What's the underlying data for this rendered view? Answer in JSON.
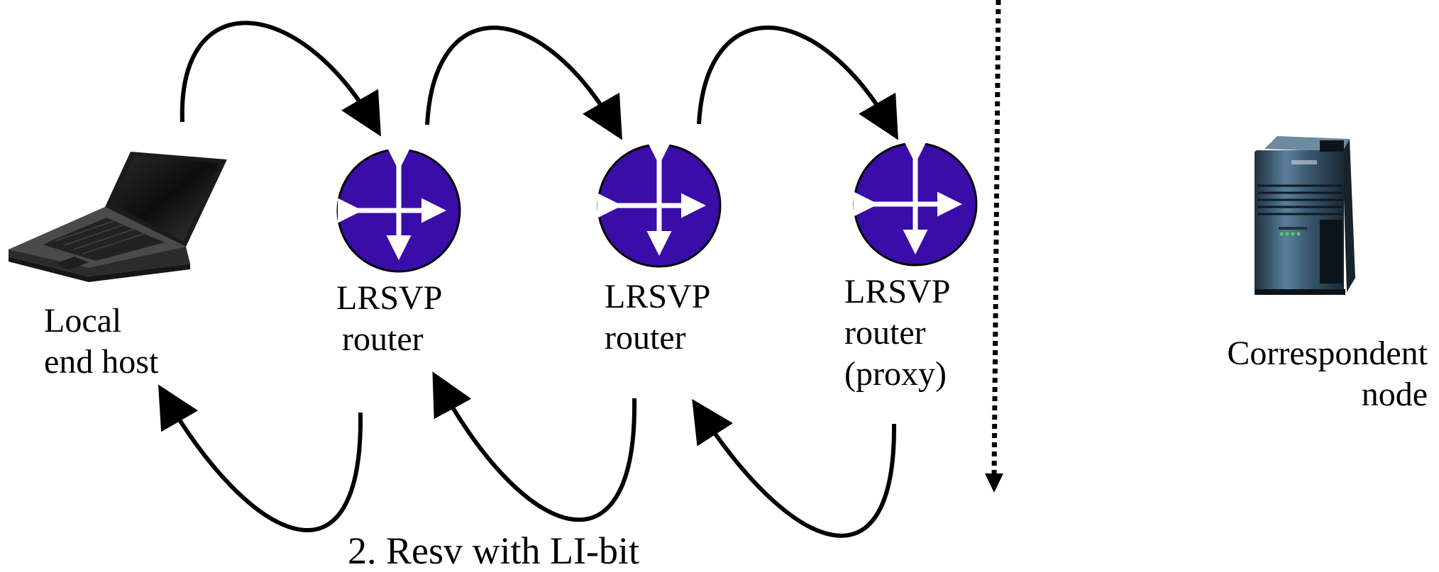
{
  "nodes": {
    "local_host": {
      "line1": "Local",
      "line2": "end host"
    },
    "router1": {
      "line1": "LRSVP",
      "line2": "router"
    },
    "router2": {
      "line1": "LRSVP",
      "line2": "router"
    },
    "router3": {
      "line1": "LRSVP",
      "line2": "router",
      "line3": "(proxy)"
    },
    "correspondent": {
      "line1": "Correspondent",
      "line2": "node"
    }
  },
  "caption": "2. Resv with LI-bit",
  "colors": {
    "router_fill": "#3a0ca8",
    "router_arrow": "#ffffff",
    "arrow": "#000000",
    "text": "#000000"
  },
  "icons": {
    "router": "router-icon",
    "laptop": "laptop-icon",
    "server": "server-icon"
  }
}
